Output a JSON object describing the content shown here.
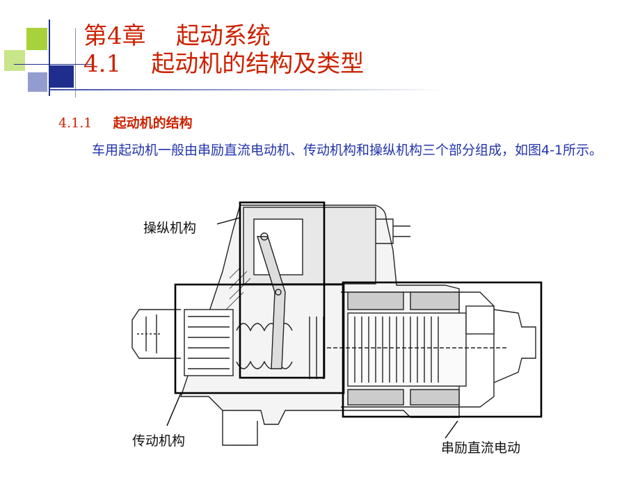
{
  "slide": {
    "title_line1": "第4章    起动系统",
    "title_line2": "4.1    起动机的结构及类型",
    "section_number": "4.1.1",
    "section_title": "起动机的结构",
    "paragraph": "车用起动机一般由串励直流电动机、传动机构和操纵机构三个部分组成，如图4-1所示。"
  },
  "figure": {
    "labels": {
      "control": "操纵机构",
      "transmission": "传动机构",
      "motor": "串励直流电动"
    }
  },
  "colors": {
    "title": "#cc2200",
    "body": "#2233aa",
    "accent_green": "#a8d23a",
    "accent_blue": "#1f2e8c"
  }
}
